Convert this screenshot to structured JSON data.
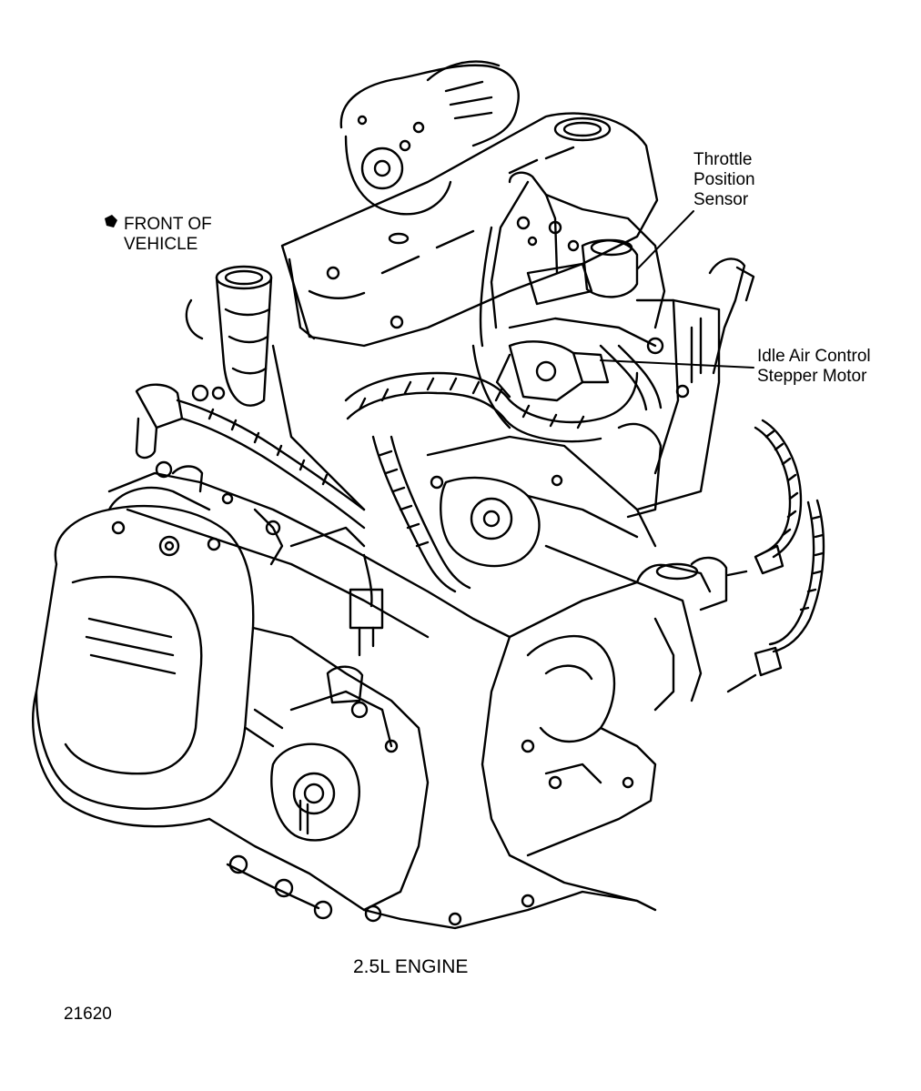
{
  "diagram": {
    "caption": "2.5L ENGINE",
    "figure_number": "21620",
    "labels": {
      "front_of_vehicle": [
        "FRONT OF",
        "VEHICLE"
      ],
      "throttle_position_sensor": [
        "Throttle",
        "Position",
        "Sensor"
      ],
      "idle_air_control": [
        "Idle Air Control",
        "Stepper Motor"
      ]
    },
    "icons": {
      "front_marker": "arrow-marker-icon"
    },
    "colors": {
      "ink": "#000000",
      "paper": "#ffffff"
    }
  }
}
